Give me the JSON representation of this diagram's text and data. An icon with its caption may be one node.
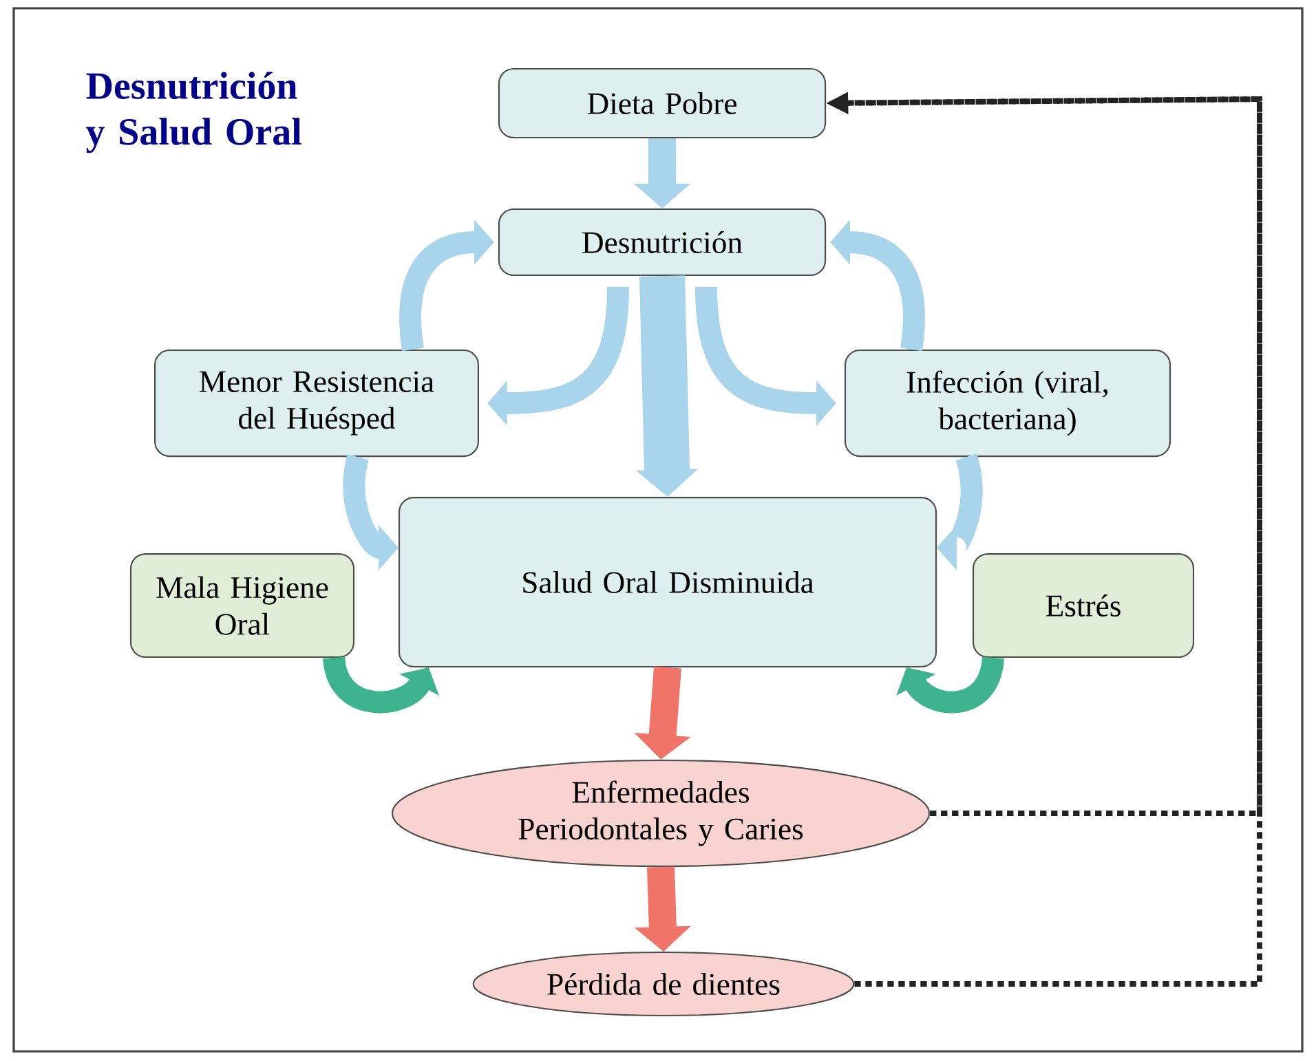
{
  "diagram": {
    "title": "Desnutrición y Salud Oral",
    "nodes": [
      {
        "text": [
          "Dieta Pobre"
        ]
      },
      {
        "text": [
          "Desnutrición"
        ]
      },
      {
        "text": [
          "Menor Resistencia del Huésped"
        ]
      },
      {
        "text": [
          "Infección (viral, bacteriana)"
        ]
      },
      {
        "text": [
          "Salud Oral Disminuida"
        ]
      },
      {
        "text": [
          "Mala Higiene Oral"
        ]
      },
      {
        "text": [
          "Estrés"
        ]
      },
      {
        "text": [
          "Enfermedades Periodontales y Caries"
        ]
      },
      {
        "text": [
          "Pérdida de dientes"
        ]
      }
    ],
    "edges": [
      {
        "from": 0,
        "to": 1,
        "arrow": "to"
      },
      {
        "from": 2,
        "to": 1,
        "arrow": "to"
      },
      {
        "from": 3,
        "to": 1,
        "arrow": "to"
      },
      {
        "from": 1,
        "to": 2,
        "arrow": "to"
      },
      {
        "from": 1,
        "to": 3,
        "arrow": "to"
      },
      {
        "from": 1,
        "to": 4,
        "arrow": "to",
        "style": "thick"
      },
      {
        "from": 2,
        "to": 4,
        "arrow": "to"
      },
      {
        "from": 3,
        "to": 4,
        "arrow": "to"
      },
      {
        "from": 5,
        "to": 4,
        "arrow": "to",
        "color": "#3db48e"
      },
      {
        "from": 6,
        "to": 4,
        "arrow": "to",
        "color": "#3db48e"
      },
      {
        "from": 4,
        "to": 7,
        "arrow": "to",
        "color": "#f07468"
      },
      {
        "from": 7,
        "to": 8,
        "arrow": "to",
        "color": "#f07468"
      },
      {
        "from": 7,
        "to": 0,
        "arrow": "to",
        "style": "dashed",
        "color": "#222222"
      },
      {
        "from": 8,
        "to": 0,
        "arrow": "to",
        "style": "dashed",
        "color": "#222222"
      }
    ]
  }
}
